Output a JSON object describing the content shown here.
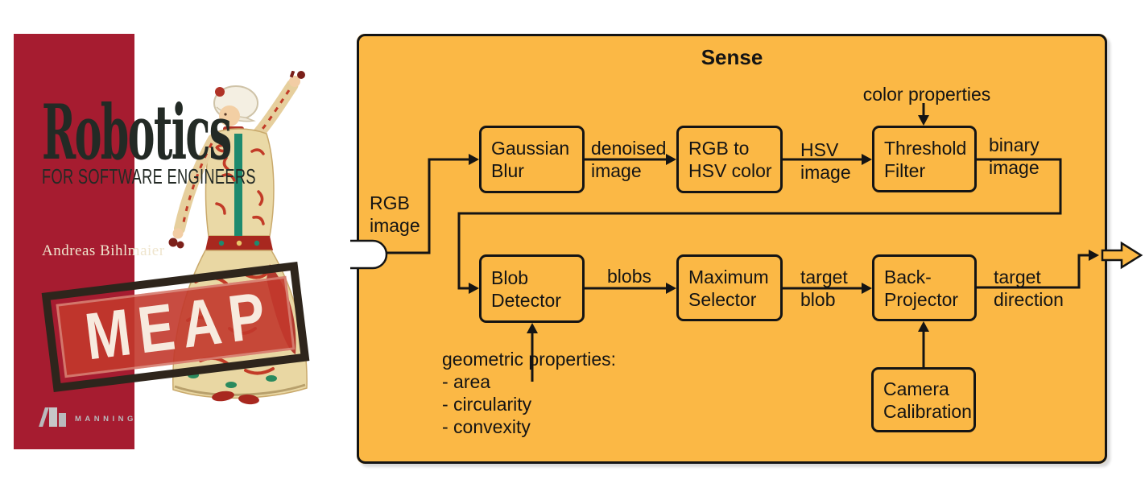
{
  "cover": {
    "title": "Robotics",
    "subtitle": "FOR SOFTWARE ENGINEERS",
    "author": "Andreas Bihlmaier",
    "stamp_label": "MEAP",
    "publisher": "MANNING",
    "colors": {
      "panel_red": "#a61c30",
      "stamp_red": "#c2382c",
      "stamp_frame": "#2e251c",
      "title_ink": "#232a25",
      "logo_gray": "#b9babc"
    }
  },
  "diagram": {
    "title": "Sense",
    "background": "#fbb845",
    "line_color": "#141414",
    "nodes": {
      "gaussian_blur": {
        "label": "Gaussian\nBlur"
      },
      "rgb_to_hsv": {
        "label": "RGB to\nHSV color"
      },
      "threshold_filter": {
        "label": "Threshold\nFilter"
      },
      "blob_detector": {
        "label": "Blob\nDetector"
      },
      "maximum_selector": {
        "label": "Maximum\nSelector"
      },
      "back_projector": {
        "label": "Back-\nProjector"
      },
      "camera_calibration": {
        "label": "Camera\nCalibration"
      }
    },
    "labels": {
      "rgb_image": "RGB\nimage",
      "denoised_image": "denoised\nimage",
      "hsv_image": "HSV\nimage",
      "color_properties": "color properties",
      "binary_image": "binary\nimage",
      "blobs": "blobs",
      "target_blob": "target\nblob",
      "target_direction": "target\ndirection",
      "geometric_properties": "geometric properties:\n- area\n- circularity\n- convexity"
    }
  }
}
